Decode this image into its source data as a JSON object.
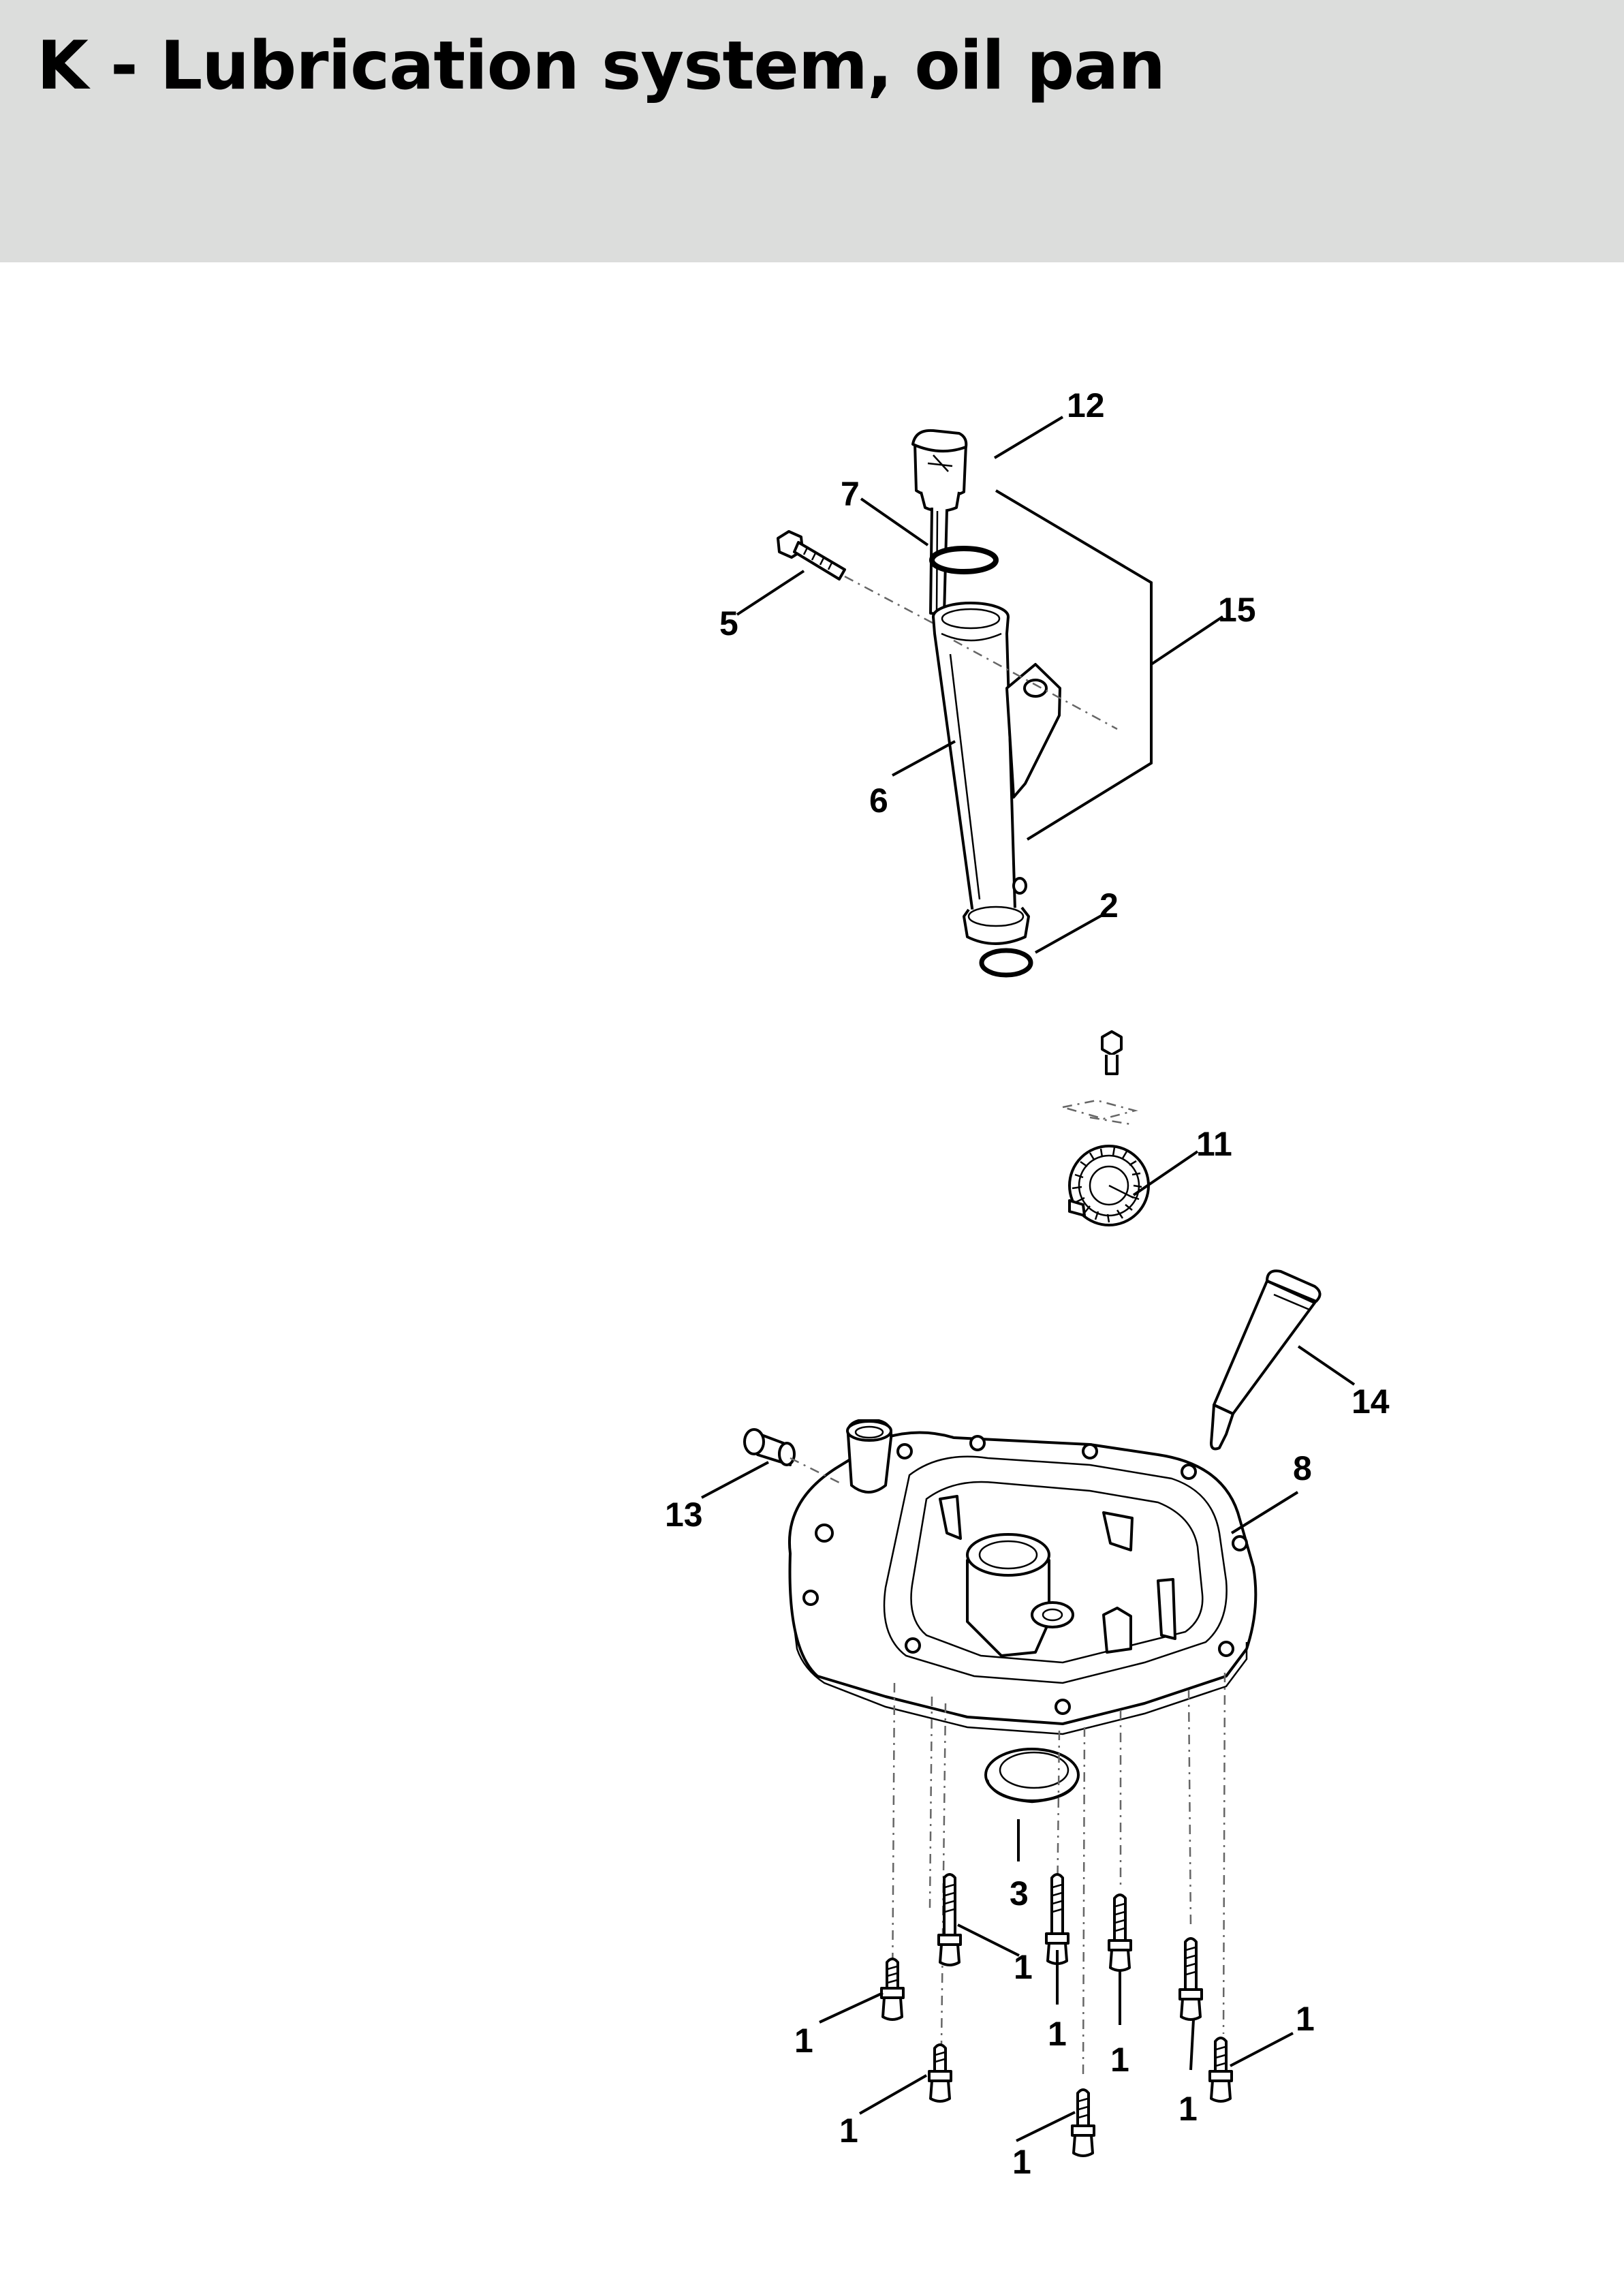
{
  "header": {
    "title": "K - Lubrication system, oil pan"
  },
  "callouts": [
    {
      "id": "c12",
      "label": "12"
    },
    {
      "id": "c7",
      "label": "7"
    },
    {
      "id": "c5",
      "label": "5"
    },
    {
      "id": "c15",
      "label": "15"
    },
    {
      "id": "c6",
      "label": "6"
    },
    {
      "id": "c2",
      "label": "2"
    },
    {
      "id": "c11",
      "label": "11"
    },
    {
      "id": "c14",
      "label": "14"
    },
    {
      "id": "c8",
      "label": "8"
    },
    {
      "id": "c13",
      "label": "13"
    },
    {
      "id": "c3",
      "label": "3"
    },
    {
      "id": "c1a",
      "label": "1"
    },
    {
      "id": "c1b",
      "label": "1"
    },
    {
      "id": "c1c",
      "label": "1"
    },
    {
      "id": "c1d",
      "label": "1"
    },
    {
      "id": "c1e",
      "label": "1"
    },
    {
      "id": "c1f",
      "label": "1"
    },
    {
      "id": "c1g",
      "label": "1"
    },
    {
      "id": "c1h",
      "label": "1"
    }
  ],
  "parts": [
    {
      "name": "oil-filler-cap-part"
    },
    {
      "name": "o-ring-part"
    },
    {
      "name": "screw-part"
    },
    {
      "name": "oil-filler-tube-part"
    },
    {
      "name": "o-ring-bottom-part"
    },
    {
      "name": "governor-assembly-part"
    },
    {
      "name": "sealant-tube-part"
    },
    {
      "name": "oil-pan-part"
    },
    {
      "name": "plug-part"
    },
    {
      "name": "oil-seal-part"
    },
    {
      "name": "flange-bolt-part"
    }
  ]
}
